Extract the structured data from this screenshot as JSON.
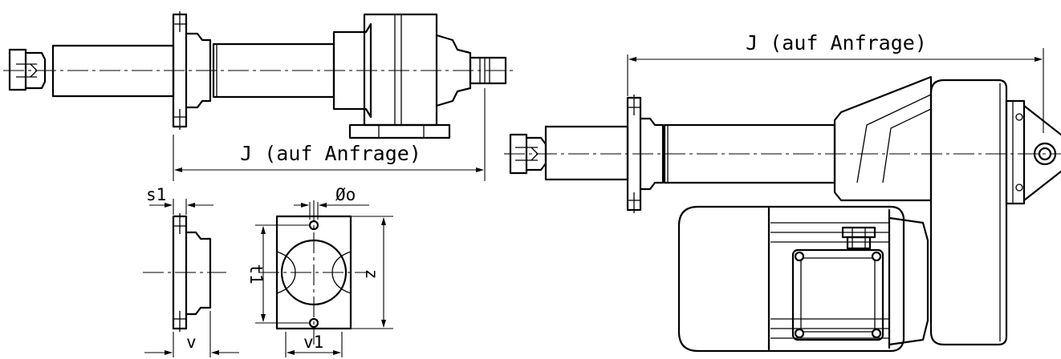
{
  "labels": {
    "dim_j_top": "J (auf Anfrage)",
    "dim_j_mid": "J (auf Anfrage)",
    "s1": "s1",
    "o": "Øo",
    "t1": "t1",
    "z": "z",
    "v": "v",
    "v1": "v1"
  }
}
